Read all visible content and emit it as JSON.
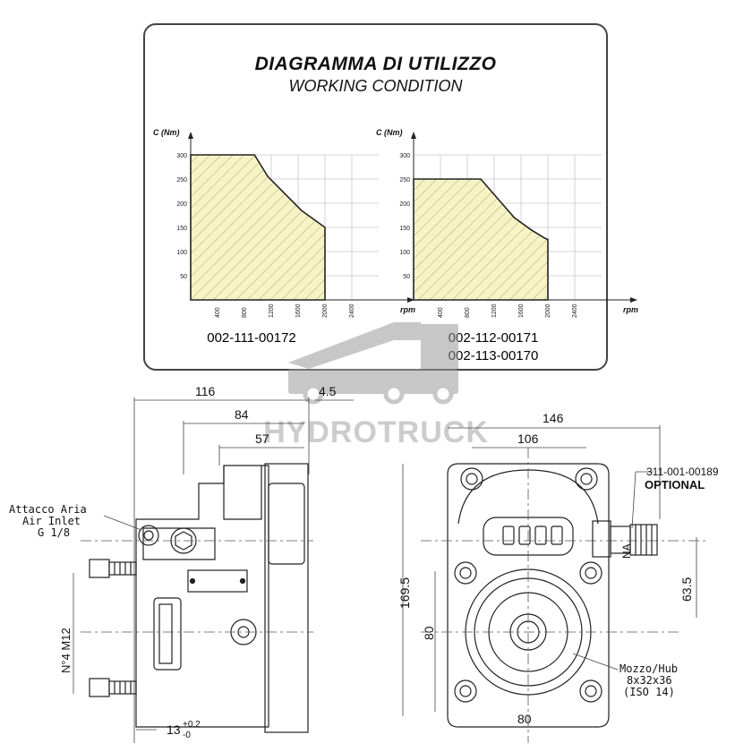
{
  "header": {
    "title": "DIAGRAMMA DI UTILIZZO",
    "subtitle": "WORKING CONDITION"
  },
  "chart_data": [
    {
      "type": "area",
      "title": "",
      "ylabel": "C (Nm)",
      "xlabel": "rpm",
      "x_ticks": [
        "400",
        "800",
        "1200",
        "1600",
        "2000",
        "2400"
      ],
      "y_ticks": [
        "50",
        "100",
        "150",
        "200",
        "250",
        "300"
      ],
      "xlim": [
        0,
        2800
      ],
      "ylim": [
        0,
        300
      ],
      "x": [
        0,
        950,
        1150,
        1400,
        1650,
        1900,
        2000,
        2000
      ],
      "values": [
        300,
        300,
        255,
        220,
        185,
        160,
        150,
        0
      ],
      "caption": "002-111-00172",
      "grid": true
    },
    {
      "type": "area",
      "title": "",
      "ylabel": "C (Nm)",
      "xlabel": "rpm",
      "x_ticks": [
        "400",
        "800",
        "1200",
        "1600",
        "2000",
        "2400"
      ],
      "y_ticks": [
        "50",
        "100",
        "150",
        "200",
        "250",
        "300"
      ],
      "xlim": [
        0,
        2800
      ],
      "ylim": [
        0,
        300
      ],
      "x": [
        0,
        1000,
        1250,
        1500,
        1750,
        1950,
        2000,
        2000
      ],
      "values": [
        250,
        250,
        210,
        170,
        145,
        128,
        125,
        0
      ],
      "caption": "002-112-00171",
      "caption2": "002-113-00170",
      "grid": true
    }
  ],
  "watermark": {
    "brand": "HYDROTRUCK"
  },
  "side_view": {
    "dims": {
      "d116": "116",
      "d4_5": "4.5",
      "d84": "84",
      "d57": "57",
      "d13": "13",
      "tol_plus": "+0.2",
      "tol_minus": "-0"
    },
    "air_inlet": [
      "Attacco Aria",
      "Air Inlet",
      "G 1/8"
    ],
    "bolts": "N°4 M12"
  },
  "front_view": {
    "dims": {
      "d146": "146",
      "d106": "106",
      "d169_5": "169.5",
      "d80v": "80",
      "d63_5": "63.5",
      "d80h": "80"
    },
    "optional_code": "311-001-00189",
    "optional_label": "OPTIONAL",
    "na_label": "NA",
    "hub": [
      "Mozzo/Hub",
      "8x32x36",
      "(ISO 14)"
    ]
  }
}
